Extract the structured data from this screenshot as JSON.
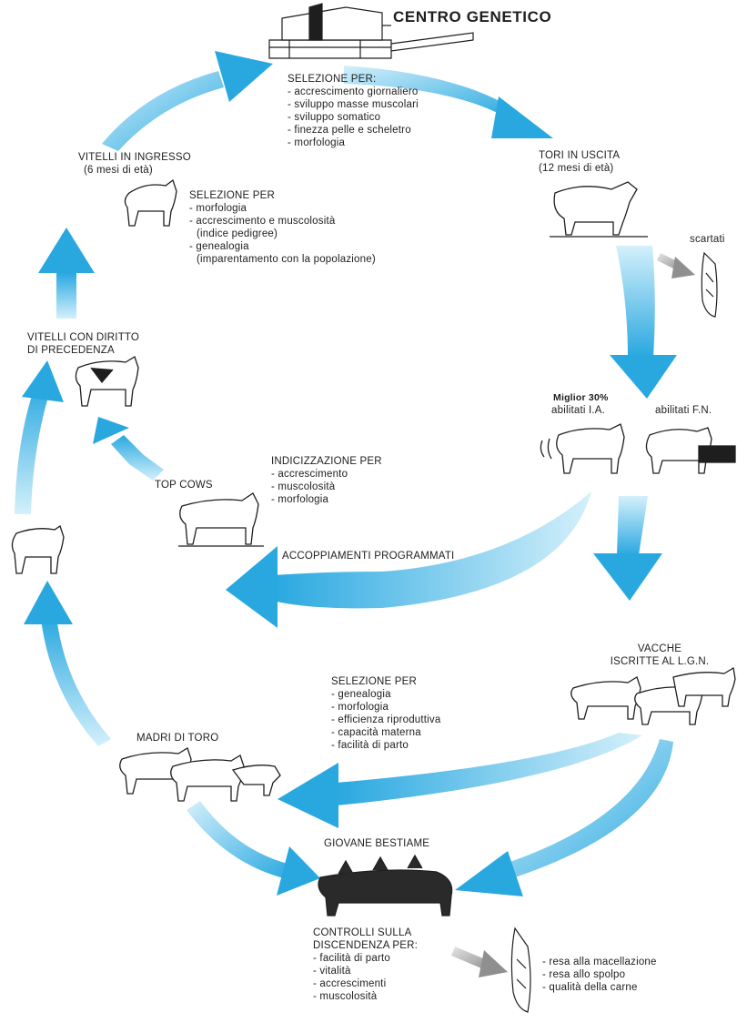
{
  "title": "CENTRO GENETICO",
  "centro": {
    "heading": "SELEZIONE PER:",
    "items": [
      "- accrescimento giornaliero",
      "- sviluppo masse muscolari",
      "- sviluppo somatico",
      "- finezza pelle e scheletro",
      "- morfologia"
    ]
  },
  "tori": {
    "line1": "TORI IN USCITA",
    "line2": "(12 mesi di età)"
  },
  "scartati": "scartati",
  "abilitati": {
    "ia_top": "Miglior 30%",
    "ia": "abilitati I.A.",
    "fn": "abilitati F.N."
  },
  "vitelli_ingresso": {
    "line1": "VITELLI IN INGRESSO",
    "line2": "(6 mesi di età)"
  },
  "selezione_vitelli": {
    "heading": "SELEZIONE PER",
    "items": [
      "- morfologia",
      "- accrescimento e muscolosità",
      "  (indice pedigree)",
      "- genealogia",
      "  (imparentamento con la popolazione)"
    ]
  },
  "vitelli_diritto": {
    "line1": "VITELLI CON DIRITTO",
    "line2": "DI PRECEDENZA"
  },
  "top_cows": "TOP COWS",
  "indicizzazione": {
    "heading": "INDICIZZAZIONE PER",
    "items": [
      "- accrescimento",
      "- muscolosità",
      "- morfologia"
    ]
  },
  "accoppiamenti": "ACCOPPIAMENTI PROGRAMMATI",
  "vacche": {
    "line1": "VACCHE",
    "line2": "ISCRITTE AL L.G.N."
  },
  "selezione_madri": {
    "heading": "SELEZIONE PER",
    "items": [
      "- genealogia",
      "- morfologia",
      "- efficienza riproduttiva",
      "- capacità materna",
      "- facilità di parto"
    ]
  },
  "madri": "MADRI DI TORO",
  "giovane": "GIOVANE BESTIAME",
  "controlli": {
    "line1": "CONTROLLI SULLA",
    "line2": "DISCENDENZA PER:",
    "items": [
      "- facilità di parto",
      "- vitalità",
      "- accrescimenti",
      "- muscolosità"
    ]
  },
  "resa": [
    "- resa alla macellazione",
    "- resa allo spolpo",
    "- qualità della carne"
  ],
  "colors": {
    "arrow": "#29a8e0",
    "arrow_light": "#cfeefa",
    "grey_arrow": "#9a9a9a",
    "ink": "#1e1e1e"
  }
}
